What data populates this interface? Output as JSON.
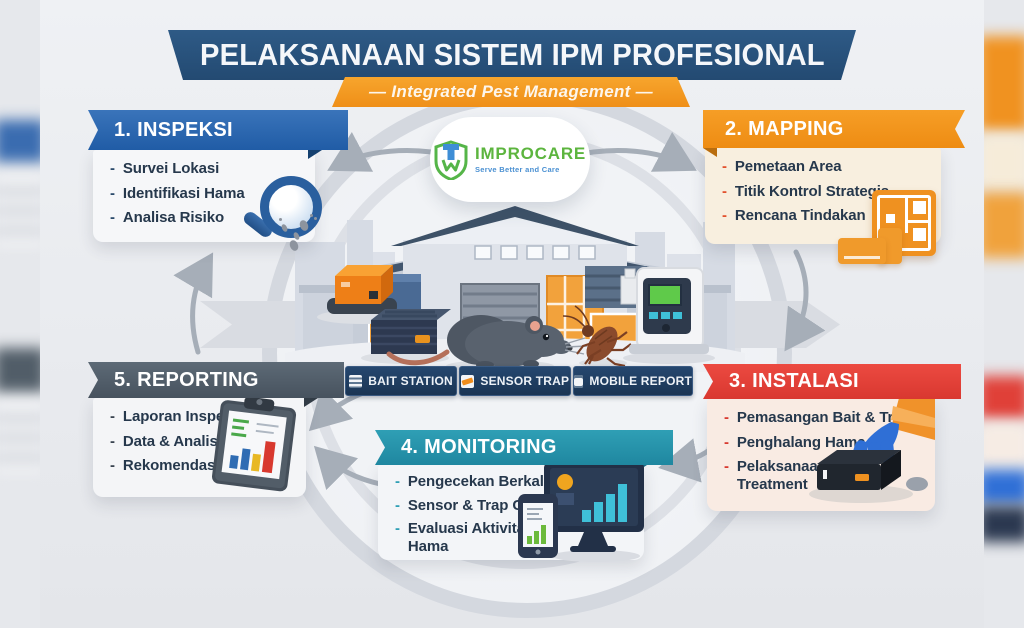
{
  "title": "PELAKSANAAN SISTEM IPM PROFESIONAL",
  "subtitle": "—  Integrated Pest Management  —",
  "logo": {
    "name": "IMPROCARE",
    "tagline": "Serve Better and Care"
  },
  "legend": [
    {
      "label": "BAIT STATION"
    },
    {
      "label": "SENSOR TRAP"
    },
    {
      "label": "MOBILE REPORT"
    }
  ],
  "sections": [
    {
      "title": "1. INSPEKSI",
      "items": [
        "Survei Lokasi",
        "Identifikasi Hama",
        "Analisa Risiko"
      ]
    },
    {
      "title": "2. MAPPING",
      "items": [
        "Pemetaan Area",
        "Titik Kontrol Strategis",
        "Rencana Tindakan"
      ]
    },
    {
      "title": "3. INSTALASI",
      "items": [
        "Pemasangan Bait & Trap",
        "Penghalang Hama",
        "Pelaksanaan Treatment"
      ]
    },
    {
      "title": "4. MONITORING",
      "items": [
        "Pengecekan Berkala",
        "Sensor & Trap Check",
        "Evaluasi Aktivitas Hama"
      ]
    },
    {
      "title": "5. REPORTING",
      "items": [
        "Laporan Inspeksi",
        "Data & Analisa",
        "Rekomendasi Solusi"
      ]
    }
  ],
  "colors": {
    "title_banner": "#28517d",
    "subtitle_banner": "#f49b24",
    "inspeksi": "#2f6cb3",
    "mapping": "#f09220",
    "instalasi": "#e04038",
    "monitoring": "#2a9ab1",
    "reporting": "#55606c",
    "legend_pill": "#1e3a5c",
    "logo_green": "#55b548",
    "logo_blue": "#3e8ed6",
    "arrow_gray": "#a6aeb8",
    "band_gray": "#d9dce2"
  }
}
